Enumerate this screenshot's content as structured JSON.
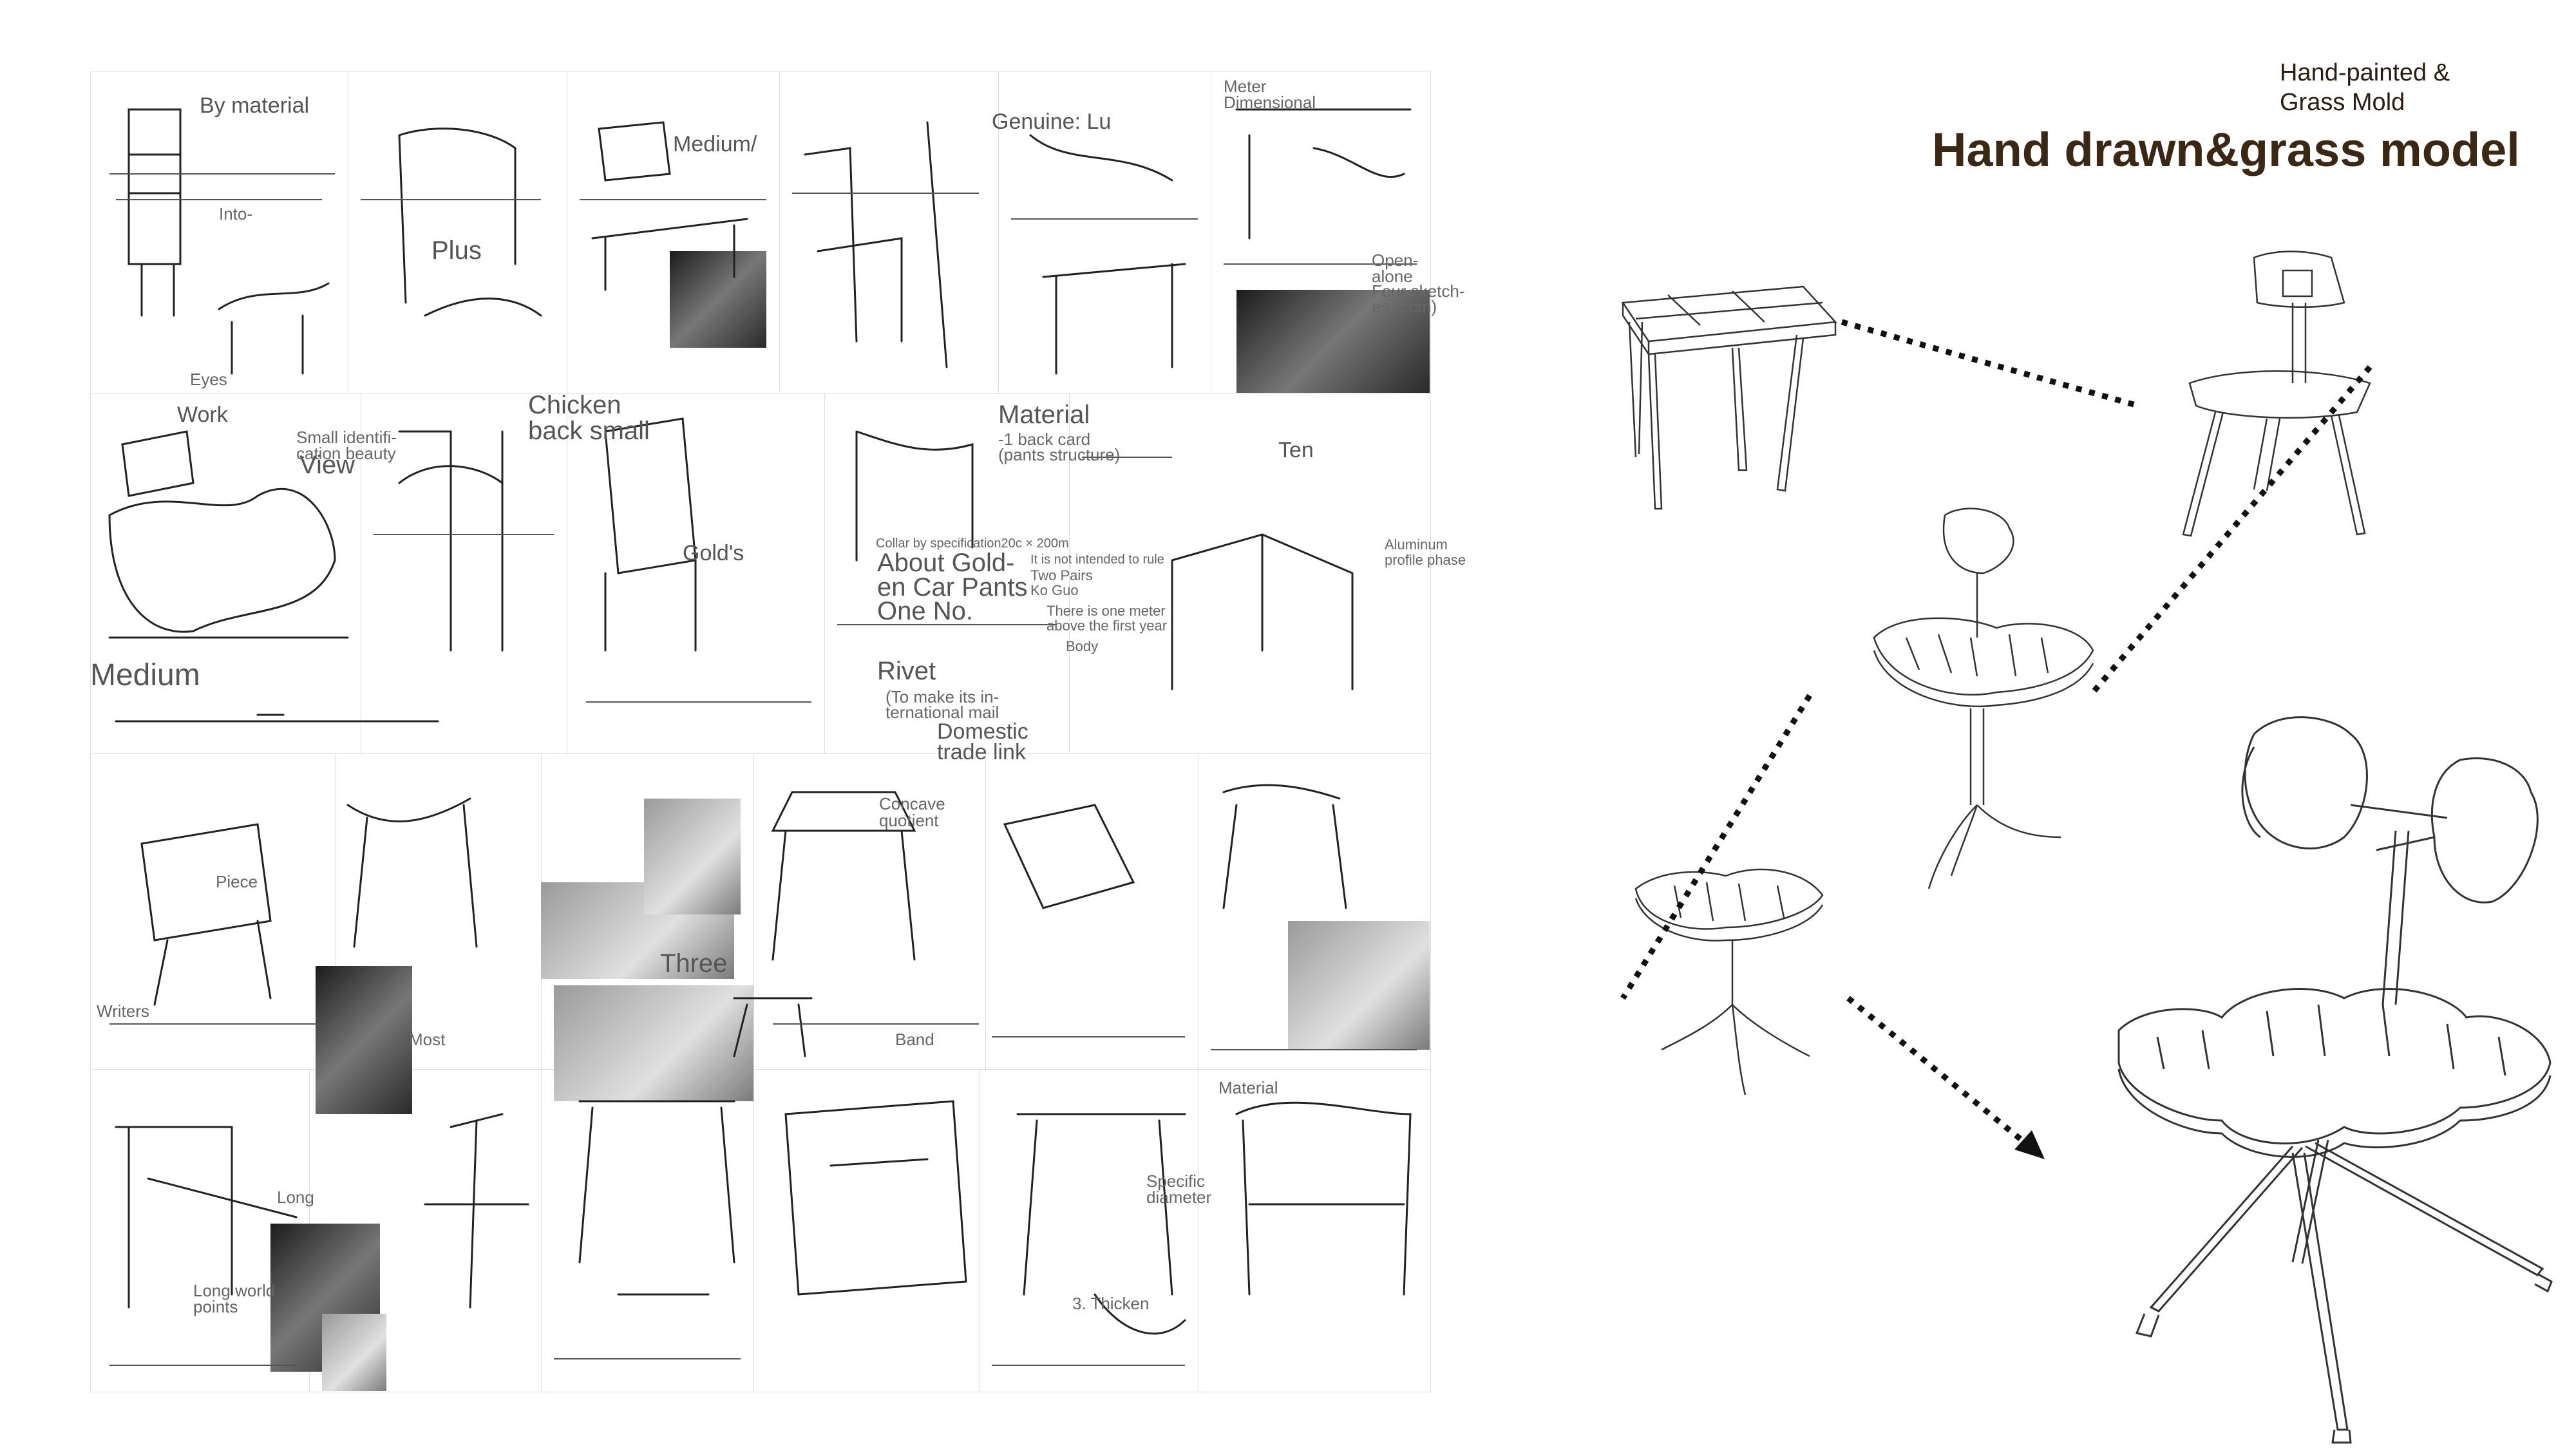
{
  "header": {
    "subtitle_line1": "Hand-painted &",
    "subtitle_line2": "Grass Mold",
    "title": "Hand drawn&grass model"
  },
  "annotations": {
    "by_material": "By material",
    "into": "Into-",
    "plus": "Plus",
    "medium_slash": "Medium/",
    "meter": "Meter",
    "dimensional": "Dimensional",
    "genuine": "Genuine: Lu",
    "open_alone": "Open-",
    "open_alone2": "alone",
    "four_sketch": "Four sketch-",
    "four_sketch2": "es (2cm)",
    "eyes": "Eyes",
    "work": "Work",
    "small_identification": "Small identifi-",
    "small_identification2": "cation beauty",
    "view": "View",
    "chicken_back": "Chicken",
    "chicken_back2": "back small",
    "material": "Material",
    "back_card": "-1 back card",
    "pants_structure": "(pants structure)",
    "ten": "Ten",
    "aluminum": "Aluminum",
    "aluminum2": "profile phase",
    "golds": "Gold's",
    "collar": "Collar by specification20c × 200m",
    "about_gold": "About Gold-",
    "about_gold2": "en Car Pants",
    "one_no": "One No.",
    "not_intended": "It is not intended to rule",
    "two_pairs": "Two Pairs",
    "ko_guo": "Ko Guo",
    "one_meter": "There is one meter",
    "one_meter2": "above the first year",
    "medium": "Medium",
    "rivet": "Rivet",
    "to_make": "(To make its in-",
    "to_make2": "ternational mail",
    "domestic": "Domestic",
    "domestic2": "trade link",
    "concave": "Concave",
    "concave2": "quotient",
    "three": "Three",
    "writers": "Writers",
    "most": "Most",
    "piece": "Piece",
    "long": "Long",
    "long_world": "Long world",
    "long_world2": "points",
    "specific": "Specific",
    "specific2": "diameter",
    "thicken": "3. Thicken",
    "material2": "Material",
    "band": "Band",
    "body": "Body"
  }
}
